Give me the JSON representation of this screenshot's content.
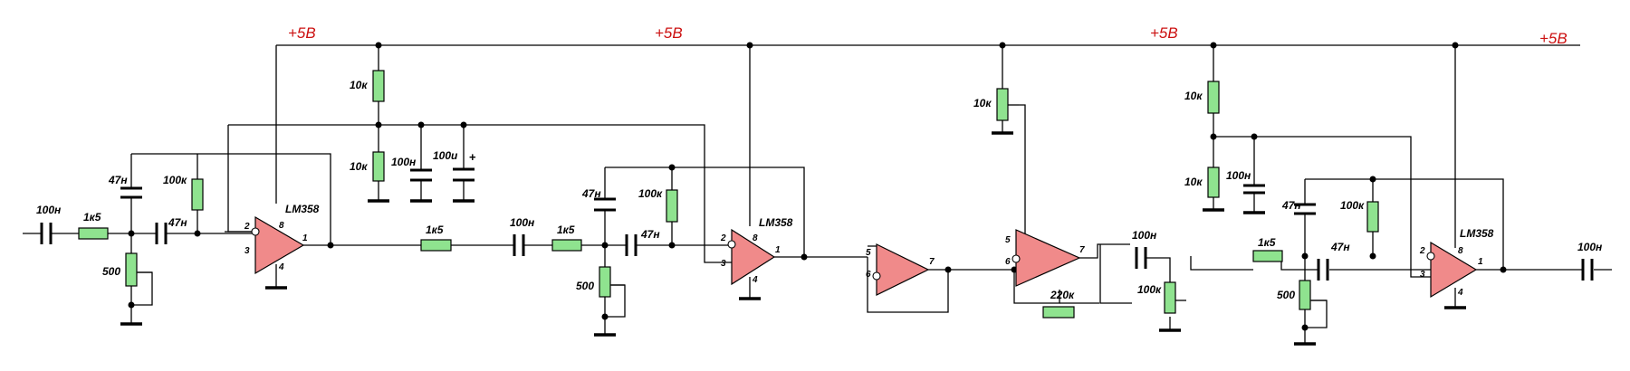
{
  "power_rail": {
    "label": "+5В",
    "color": "#cc1111"
  },
  "components": {
    "c_in": "100н",
    "r_in": "1к5",
    "c_top1": "47н",
    "c_ser1": "47н",
    "r_fb1": "100к",
    "r_pot1": "500",
    "opamp1": "LM358",
    "r_div1a": "10к",
    "r_div1b": "10к",
    "c_dec": "100н",
    "c_bulk": "100u",
    "c_bulk_polarity": "+",
    "r_mid1": "1к5",
    "c_mid1": "100н",
    "r_in2": "1к5",
    "c_top2": "47н",
    "c_ser2": "47н",
    "r_fb2": "100к",
    "r_pot2": "500",
    "opamp2": "LM358",
    "r_bias3": "10к",
    "r_fb4": "220к",
    "c_couple": "100н",
    "r_pot_vol": "100к",
    "r_div2a": "10к",
    "r_div2b": "10к",
    "c_dec2": "100н",
    "r_in5": "1к5",
    "c_top5": "47н",
    "c_ser5": "47н",
    "r_fb5": "100к",
    "r_pot5": "500",
    "opamp5": "LM358",
    "c_out": "100н"
  },
  "pins": {
    "p1": "1",
    "p2": "2",
    "p3": "3",
    "p4": "4",
    "p5": "5",
    "p6": "6",
    "p7": "7",
    "p8": "8"
  }
}
